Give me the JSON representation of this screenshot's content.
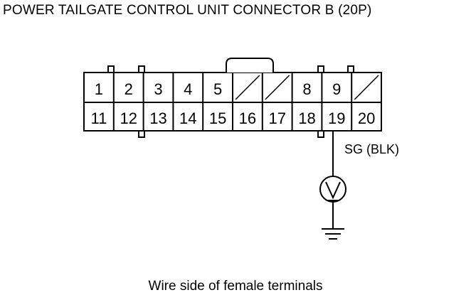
{
  "title": "POWER TAILGATE CONTROL UNIT CONNECTOR B (20P)",
  "connector": {
    "top_row": [
      "1",
      "2",
      "3",
      "4",
      "5",
      "",
      "",
      "8",
      "9",
      ""
    ],
    "bottom_row": [
      "11",
      "12",
      "13",
      "14",
      "15",
      "16",
      "17",
      "18",
      "19",
      "20"
    ],
    "unused_top_positions": [
      6,
      7,
      10
    ]
  },
  "probe": {
    "terminal": "19",
    "wire_label": "SG (BLK)",
    "meter_icon": "voltmeter-icon",
    "ground_icon": "ground-icon"
  },
  "caption": "Wire side of female terminals"
}
